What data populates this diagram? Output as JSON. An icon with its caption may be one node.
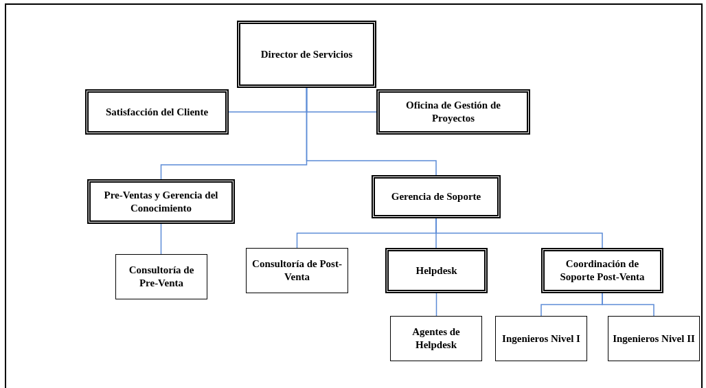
{
  "diagram": {
    "nodes": [
      {
        "text": [
          "Director de Servicios"
        ]
      },
      {
        "text": [
          "Satisfacción del Cliente"
        ]
      },
      {
        "text": [
          "Oficina de Gestión de Proyectos"
        ]
      },
      {
        "text": [
          "Pre-Ventas y Gerencia del Conocimiento"
        ]
      },
      {
        "text": [
          "Gerencia de Soporte"
        ]
      },
      {
        "text": [
          "Consultoría de Pre-Venta"
        ]
      },
      {
        "text": [
          "Consultoría de Post-Venta"
        ]
      },
      {
        "text": [
          "Helpdesk"
        ]
      },
      {
        "text": [
          "Coordinación de Soporte Post-Venta"
        ]
      },
      {
        "text": [
          "Agentes de Helpdesk"
        ]
      },
      {
        "text": [
          "Ingenieros Nivel I"
        ]
      },
      {
        "text": [
          "Ingenieros Nivel II"
        ]
      }
    ],
    "edges": [
      {
        "from": 0,
        "to": 1,
        "arrow": "none"
      },
      {
        "from": 0,
        "to": 2,
        "arrow": "none"
      },
      {
        "from": 0,
        "to": 3,
        "arrow": "none"
      },
      {
        "from": 0,
        "to": 4,
        "arrow": "none"
      },
      {
        "from": 3,
        "to": 5,
        "arrow": "none"
      },
      {
        "from": 4,
        "to": 6,
        "arrow": "none"
      },
      {
        "from": 4,
        "to": 7,
        "arrow": "none"
      },
      {
        "from": 4,
        "to": 8,
        "arrow": "none"
      },
      {
        "from": 7,
        "to": 9,
        "arrow": "none"
      },
      {
        "from": 8,
        "to": 10,
        "arrow": "none"
      },
      {
        "from": 8,
        "to": 11,
        "arrow": "none"
      }
    ]
  }
}
